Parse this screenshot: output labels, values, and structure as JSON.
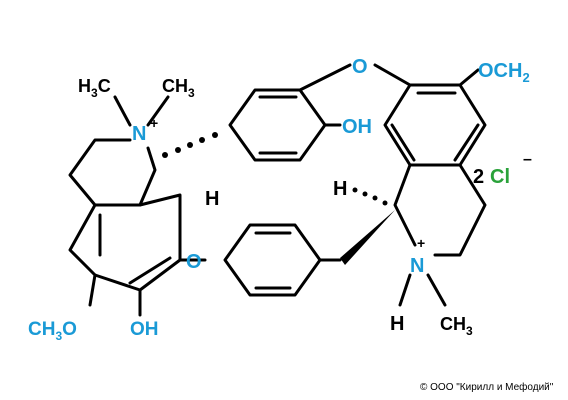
{
  "structure": {
    "labels": {
      "top_o": "O",
      "och2": "OCH",
      "och2_sub": "2",
      "oh_top": "OH",
      "n_left": "N",
      "n_left_charge": "+",
      "ch3_left_a": "H",
      "ch3_left_a_sub": "3",
      "ch3_left_a_c": "C",
      "ch3_left_b": "CH",
      "ch3_left_b_sub": "3",
      "h_center": "H",
      "h_right": "H",
      "two_cl": "2",
      "cl": "Cl",
      "cl_charge": "–",
      "ether_o": "O",
      "n_right": "N",
      "n_right_charge": "+",
      "h_bottom": "H",
      "ch3_bottom": "CH",
      "ch3_bottom_sub": "3",
      "ch3o": "CH",
      "ch3o_sub": "3",
      "ch3o_o": "O",
      "oh_bottom": "OH"
    },
    "colors": {
      "oxygen": "#1a9ad6",
      "nitrogen": "#1a9ad6",
      "chlorine": "#2aa23a",
      "carbon": "#000000"
    }
  },
  "footer": {
    "copyright": "© ООО \"Кирилл и Мефодий\""
  }
}
